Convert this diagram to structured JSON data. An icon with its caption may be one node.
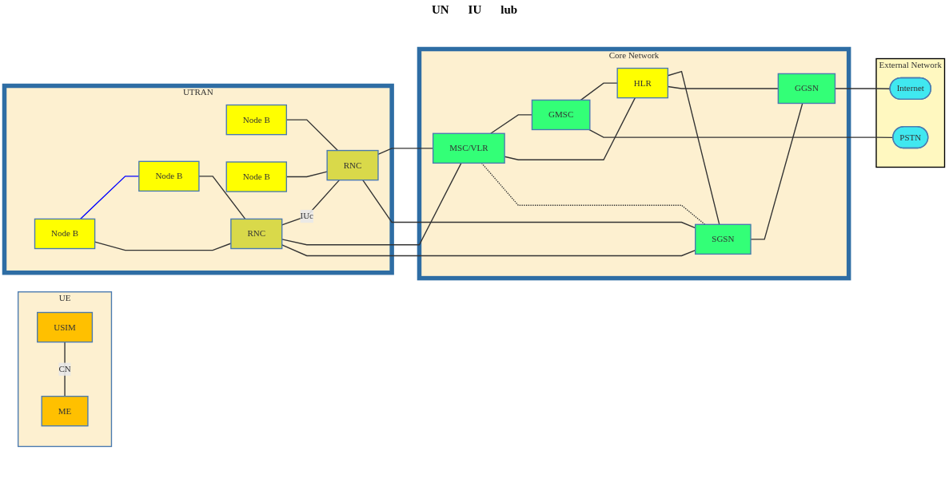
{
  "diagram": {
    "nodes": [
      {
        "text": [
          "UE"
        ]
      },
      {
        "text": [
          "USIM"
        ],
        "in": 0
      },
      {
        "text": [
          "ME"
        ],
        "in": 0
      },
      {
        "text": [
          "UTRAN"
        ]
      },
      {
        "text": [
          "Node B"
        ],
        "in": 3
      },
      {
        "text": [
          "Node B"
        ],
        "in": 3
      },
      {
        "text": [
          "Node B"
        ],
        "in": 3
      },
      {
        "text": [
          "Node B"
        ],
        "in": 3
      },
      {
        "text": [
          "RNC"
        ],
        "in": 3
      },
      {
        "text": [
          "RNC"
        ],
        "in": 3
      },
      {
        "text": [
          "Core Network"
        ]
      },
      {
        "text": [
          "MSC/VLR"
        ],
        "in": 10
      },
      {
        "text": [
          "GMSC"
        ],
        "in": 10
      },
      {
        "text": [
          "HLR"
        ],
        "in": 10
      },
      {
        "text": [
          "SGSN"
        ],
        "in": 10
      },
      {
        "text": [
          "GGSN"
        ],
        "in": 10
      },
      {
        "text": [
          "External Network"
        ]
      },
      {
        "text": [
          "PSTN"
        ],
        "in": 16
      },
      {
        "text": [
          "Internet"
        ],
        "in": 16
      }
    ],
    "edges": [
      {
        "from": 1,
        "to": 2,
        "arrow": "none",
        "label": "CN"
      },
      {
        "from": 4,
        "to": 5,
        "arrow": "none",
        "color": "#0000ff"
      },
      {
        "from": 4,
        "to": 8,
        "arrow": "none"
      },
      {
        "from": 5,
        "to": 8,
        "arrow": "none"
      },
      {
        "from": 6,
        "to": 9,
        "arrow": "none"
      },
      {
        "from": 7,
        "to": 9,
        "arrow": "none"
      },
      {
        "from": 8,
        "to": 9,
        "arrow": "none",
        "label": "IUc"
      },
      {
        "from": 8,
        "to": 11,
        "arrow": "none"
      },
      {
        "from": 8,
        "to": 14,
        "arrow": "none"
      },
      {
        "from": 9,
        "to": 11,
        "arrow": "none"
      },
      {
        "from": 9,
        "to": 14,
        "arrow": "none"
      },
      {
        "from": 11,
        "to": 12,
        "arrow": "none"
      },
      {
        "from": 11,
        "to": 13,
        "arrow": "none"
      },
      {
        "from": 12,
        "to": 13,
        "arrow": "none"
      },
      {
        "from": 11,
        "to": 14,
        "arrow": "none",
        "style": "dashed"
      },
      {
        "from": 13,
        "to": 14,
        "arrow": "none"
      },
      {
        "from": 13,
        "to": 15,
        "arrow": "none"
      },
      {
        "from": 14,
        "to": 15,
        "arrow": "none"
      },
      {
        "from": 12,
        "to": 17,
        "arrow": "none"
      },
      {
        "from": 15,
        "to": 18,
        "arrow": "none"
      }
    ],
    "labels": [
      "UN",
      "IU",
      "lub"
    ]
  }
}
